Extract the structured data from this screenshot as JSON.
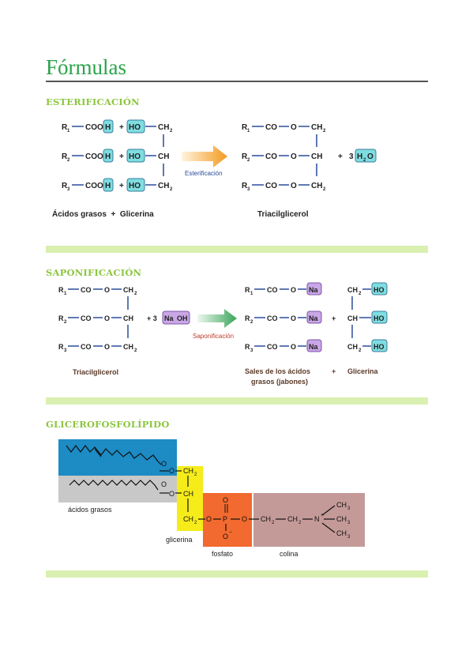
{
  "page": {
    "title": "Fórmulas"
  },
  "esterificacion": {
    "heading": "ESTERIFICACIÓN",
    "left_rows": [
      {
        "r": "R",
        "sub": "1",
        "group": "COO",
        "h": "H",
        "plus": "+",
        "ho": "HO",
        "end": "CH",
        "end_sub": "2"
      },
      {
        "r": "R",
        "sub": "2",
        "group": "COO",
        "h": "H",
        "plus": "+",
        "ho": "HO",
        "end": "CH",
        "end_sub": ""
      },
      {
        "r": "R",
        "sub": "3",
        "group": "COO",
        "h": "H",
        "plus": "+",
        "ho": "HO",
        "end": "CH",
        "end_sub": "2"
      }
    ],
    "arrow_label": "Esterificación",
    "right_rows": [
      {
        "r": "R",
        "sub": "1",
        "co": "CO",
        "o": "O",
        "end": "CH",
        "end_sub": "2"
      },
      {
        "r": "R",
        "sub": "2",
        "co": "CO",
        "o": "O",
        "end": "CH",
        "end_sub": ""
      },
      {
        "r": "R",
        "sub": "3",
        "co": "CO",
        "o": "O",
        "end": "CH",
        "end_sub": "2"
      }
    ],
    "plus": "+",
    "water_coef": "3",
    "water": "H",
    "water_sub": "2",
    "water_o": "O",
    "caption_left": "Ácidos grasos  +  Glicerina",
    "caption_right": "Triacilglicerol"
  },
  "saponificacion": {
    "heading": "SAPONIFICACIÓN",
    "left_rows": [
      {
        "r": "R",
        "sub": "1",
        "co": "CO",
        "o": "O",
        "end": "CH",
        "end_sub": "2"
      },
      {
        "r": "R",
        "sub": "2",
        "co": "CO",
        "o": "O",
        "end": "CH",
        "end_sub": ""
      },
      {
        "r": "R",
        "sub": "3",
        "co": "CO",
        "o": "O",
        "end": "CH",
        "end_sub": "2"
      }
    ],
    "reagent_prefix": "+ 3",
    "na": "Na",
    "oh": "OH",
    "arrow_label": "Saponificación",
    "salt_rows": [
      {
        "r": "R",
        "sub": "1",
        "co": "CO",
        "o": "O",
        "na": "Na"
      },
      {
        "r": "R",
        "sub": "2",
        "co": "CO",
        "o": "O",
        "na": "Na"
      },
      {
        "r": "R",
        "sub": "3",
        "co": "CO",
        "o": "O",
        "na": "Na"
      }
    ],
    "plus": "+",
    "gly_rows": [
      {
        "ch": "CH",
        "sub": "2",
        "ho": "HO"
      },
      {
        "ch": "CH",
        "sub": "",
        "ho": "HO"
      },
      {
        "ch": "CH",
        "sub": "2",
        "ho": "HO"
      }
    ],
    "caption_left": "Triacilglicerol",
    "caption_mid_1": "Sales de los ácidos",
    "caption_mid_2": "grasos (jabones)",
    "caption_plus": "+",
    "caption_right": "Glicerina"
  },
  "glicerofosfolipido": {
    "heading": "GLICEROFOSFOLÍPIDO",
    "labels": {
      "acidos": "ácidos grasos",
      "glicerina": "glicerina",
      "fosfato": "fosfato",
      "colina": "colina"
    },
    "atoms": {
      "ch2_top": "CH",
      "ch2_top_sub": "2",
      "ch_mid": "CH",
      "ch2_bot": "CH",
      "ch2_bot_sub": "2",
      "o": "O",
      "p": "P",
      "o_minus": "O",
      "minus": "−",
      "ch2a": "CH",
      "ch2b": "CH",
      "n": "N",
      "plus": "+",
      "ch3": "CH",
      "ch3_sub": "3",
      "two": "2"
    },
    "colors": {
      "fatty_top": "#1d8bc4",
      "fatty_bottom": "#c8c8c8",
      "glycerol": "#f5ec1a",
      "phosphate": "#f26a2f",
      "choline": "#c49a98"
    }
  },
  "colors": {
    "title": "#2aa34a",
    "heading": "#8cc63f",
    "band": "#d9f0b0",
    "bond": "#2b4c9b",
    "box_cyan": "#7fdde0",
    "box_purple": "#c9a6e6"
  }
}
